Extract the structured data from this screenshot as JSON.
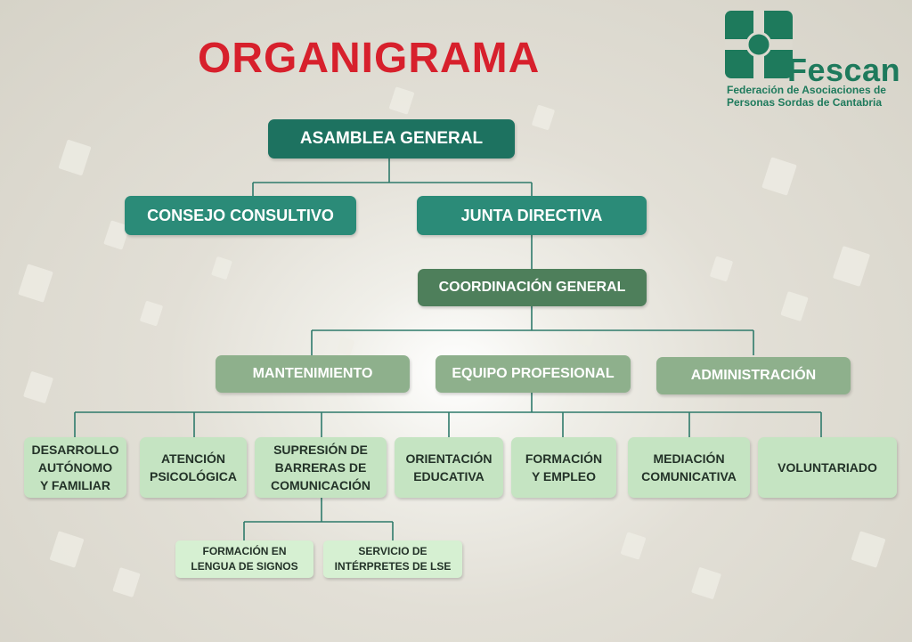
{
  "title": "ORGANIGRAMA",
  "logo": {
    "name": "Fescan",
    "subtitle_line1": "Federación de Asociaciones de",
    "subtitle_line2": "Personas Sordas de Cantabria"
  },
  "colors": {
    "title": "#d7202c",
    "logo": "#1e7a5c",
    "line": "#2e7a6b"
  },
  "nodes": {
    "asamblea": "ASAMBLEA GENERAL",
    "consejo": "CONSEJO CONSULTIVO",
    "junta": "JUNTA DIRECTIVA",
    "coordinacion": "COORDINACIÓN GENERAL",
    "mantenimiento": "MANTENIMIENTO",
    "equipo": "EQUIPO PROFESIONAL",
    "administracion": "ADMINISTRACIÓN",
    "desarrollo": [
      "DESARROLLO",
      "AUTÓNOMO",
      "Y FAMILIAR"
    ],
    "atencion": [
      "ATENCIÓN",
      "PSICOLÓGICA"
    ],
    "supresion": [
      "SUPRESIÓN DE",
      "BARRERAS DE",
      "COMUNICACIÓN"
    ],
    "orientacion": [
      "ORIENTACIÓN",
      "EDUCATIVA"
    ],
    "formacion_empleo": [
      "FORMACIÓN",
      "Y EMPLEO"
    ],
    "mediacion": [
      "MEDIACIÓN",
      "COMUNICATIVA"
    ],
    "voluntariado": "VOLUNTARIADO",
    "formacion_lengua": [
      "FORMACIÓN EN",
      "LENGUA DE SIGNOS"
    ],
    "interpretes": [
      "SERVICIO DE",
      "INTÉRPRETES DE LSE"
    ]
  }
}
